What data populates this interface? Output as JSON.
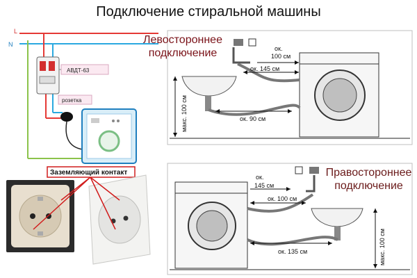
{
  "title": "Подключение стиральной машины",
  "wiring": {
    "line_label": "L",
    "neutral_label": "N",
    "breaker_label": "АВДТ-63",
    "socket_label": "розетка"
  },
  "ground_contact_label": "Заземляющий контакт",
  "left_connection": {
    "label_line1": "Левостороннее",
    "label_line2": "подключение",
    "dim_drain_top": "ок.\n100 см",
    "dim_mid": "ок. 145 см",
    "dim_bottom": "ок. 90 см",
    "dim_height": "макс. 100 см"
  },
  "right_connection": {
    "label_line1": "Правостороннее",
    "label_line2": "подключение",
    "dim_top_ok": "ок.",
    "dim_top": "145 см",
    "dim_mid": "ок. 100 см",
    "dim_bottom": "ок. 135 см",
    "dim_height": "макс. 100 см"
  },
  "colors": {
    "line_wire": "#e53935",
    "neutral_wire": "#2aa9e0",
    "ground_wire": "#8bc34a",
    "label_red": "#7a1218",
    "callout_red": "#d11c1c"
  }
}
